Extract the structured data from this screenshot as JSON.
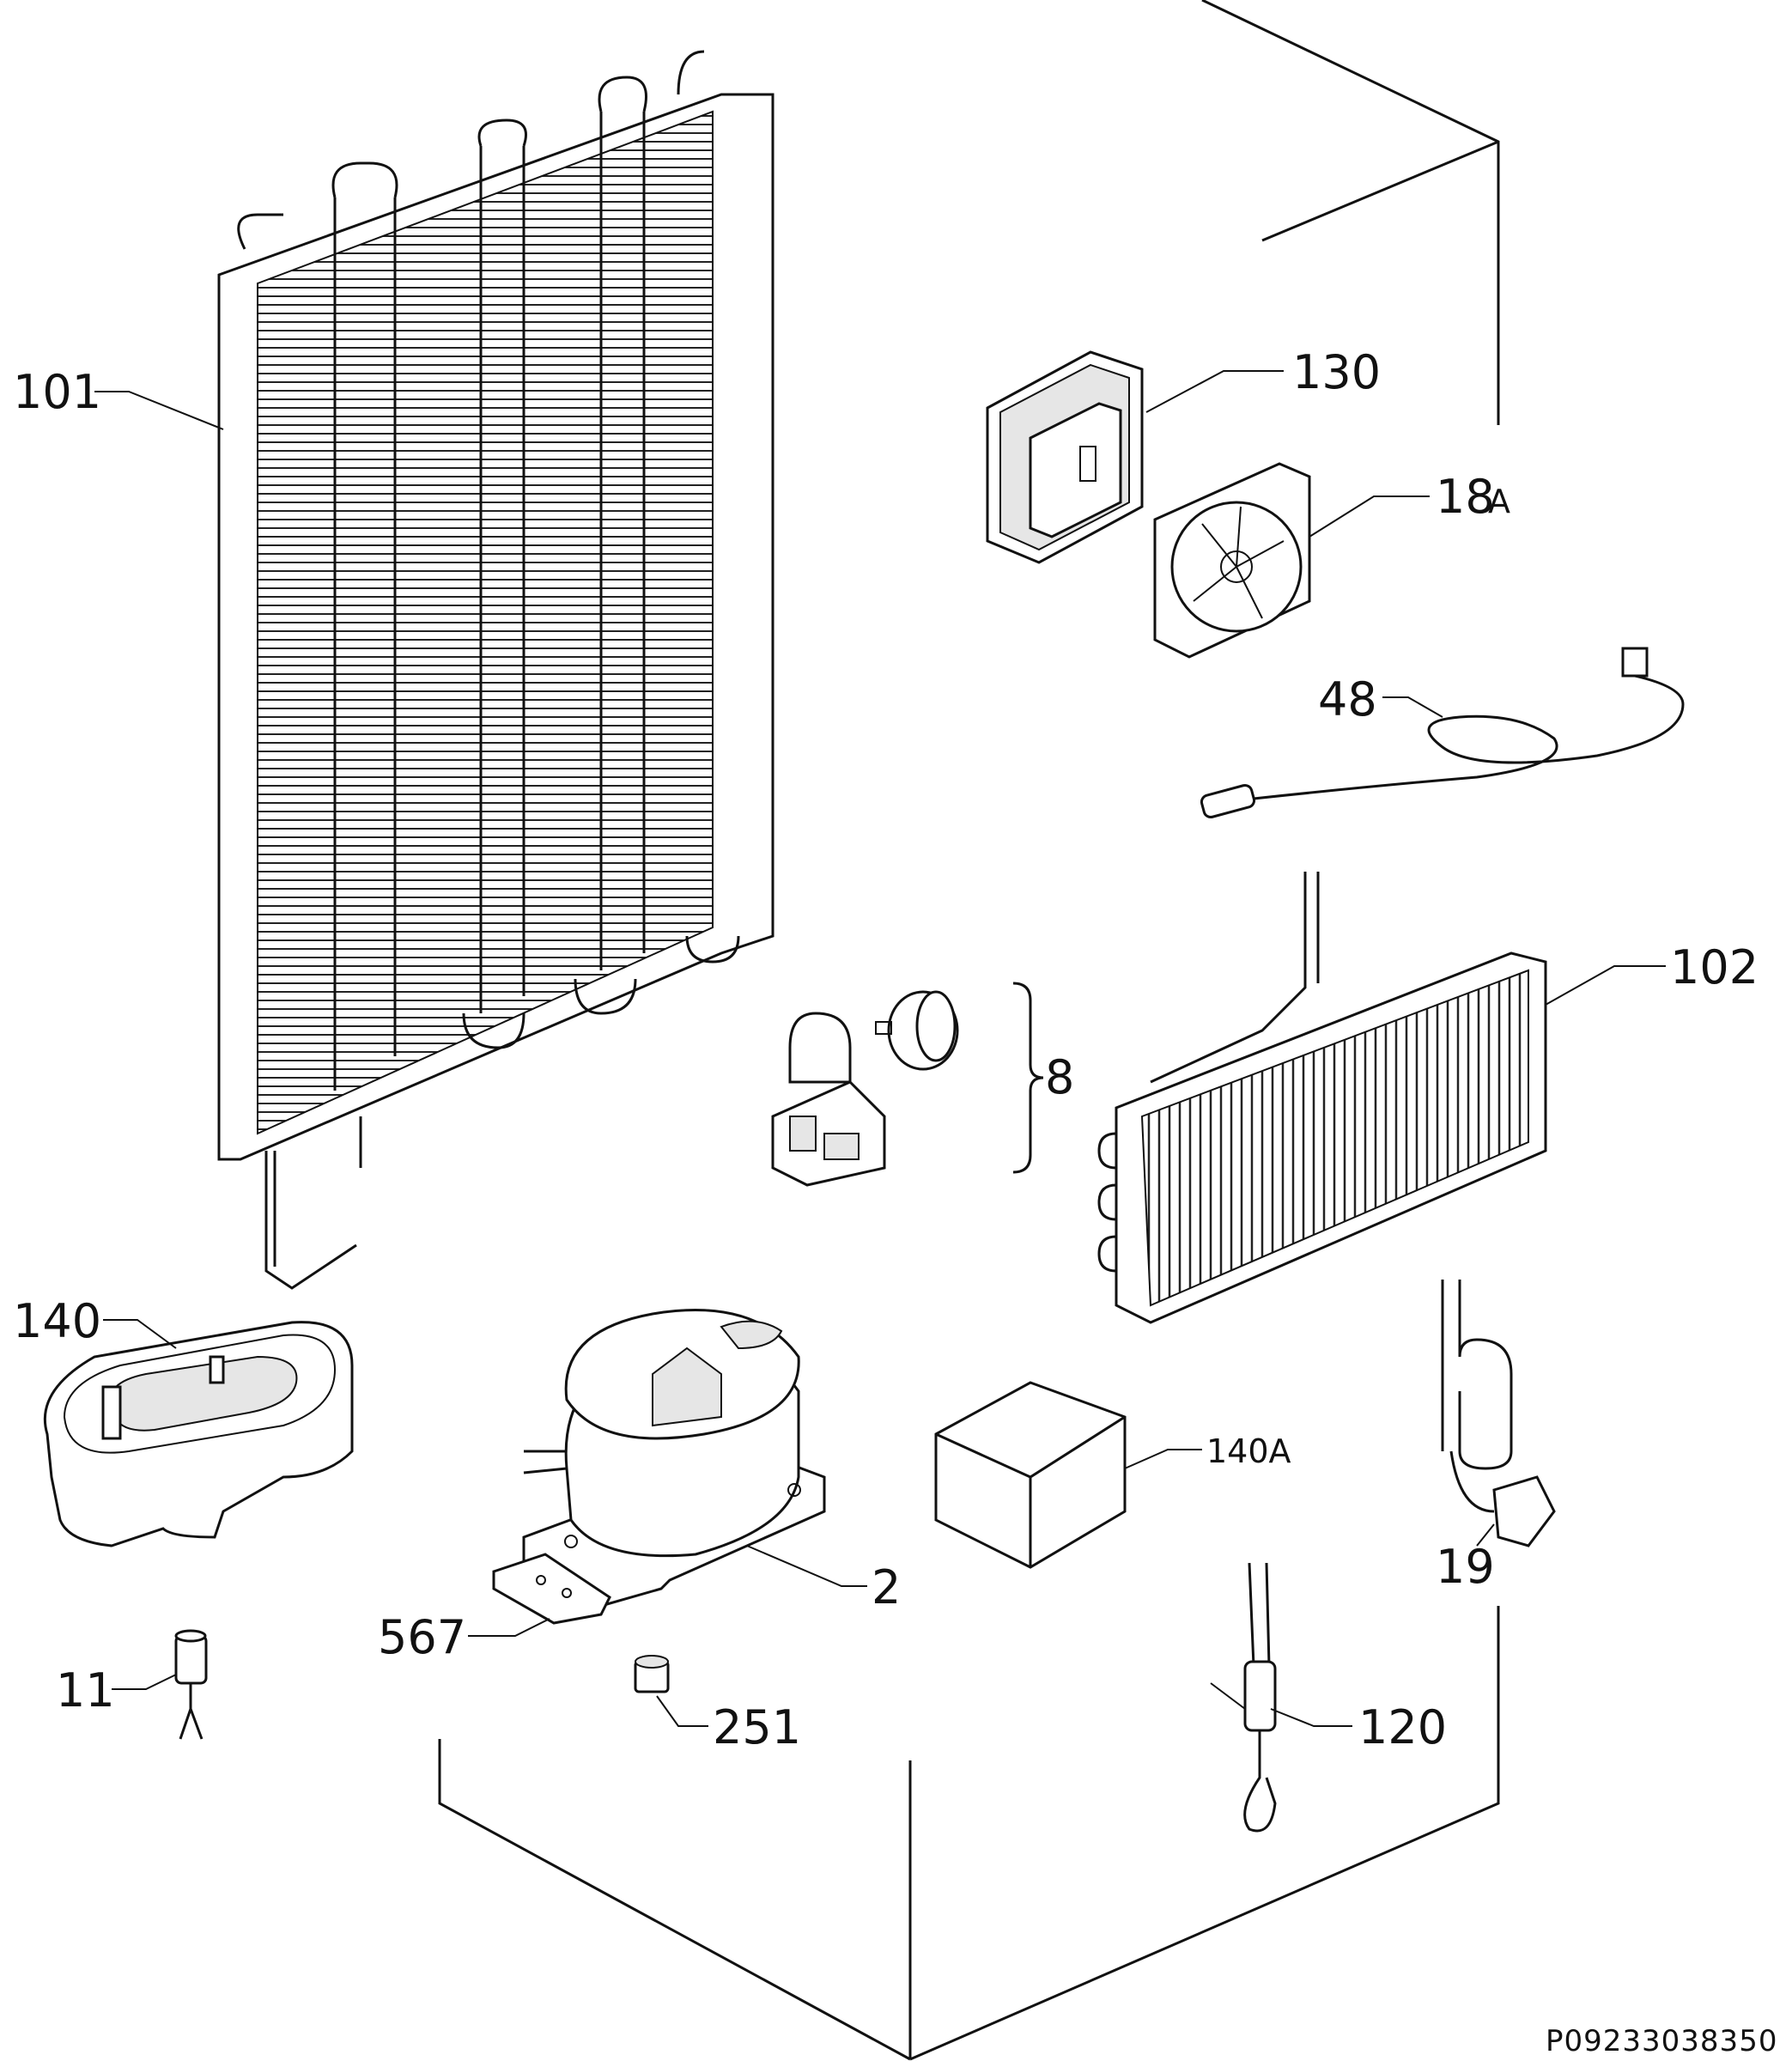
{
  "labels": {
    "l101": "101",
    "l130": "130",
    "l18": "18",
    "l18sub": "A",
    "l48": "48",
    "l102": "102",
    "l8": "8",
    "l140": "140",
    "l140a": "140A",
    "l2": "2",
    "l19": "19",
    "l567": "567",
    "l11": "11",
    "l251": "251",
    "l120": "120"
  },
  "reference_code": "P09233038350"
}
